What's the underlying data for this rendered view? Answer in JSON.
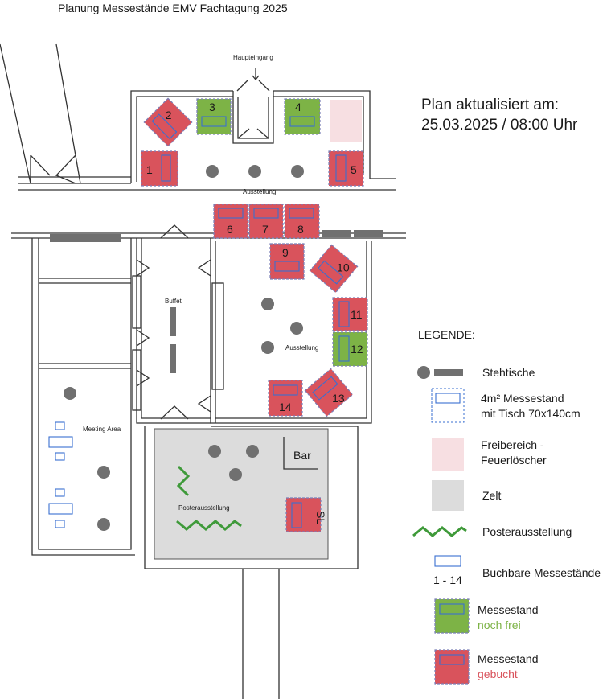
{
  "title": "Planung Messestände EMV Fachtagung 2025",
  "updated_label": "Plan aktualisiert am:",
  "updated_value": "25.03.2025 / 08:00 Uhr",
  "labels": {
    "entrance": "Haupteingang",
    "exhibition_top": "Ausstellung",
    "exhibition_mid": "Ausstellung",
    "buffet": "Buffet",
    "meeting": "Meeting Area",
    "bar": "Bar",
    "poster": "Posterausstellung"
  },
  "legend": {
    "heading": "LEGENDE:",
    "standing_tables": "Stehtische",
    "stand_size_line1": "4m² Messestand",
    "stand_size_line2": "mit Tisch 70x140cm",
    "free_area_line1": "Freibereich -",
    "free_area_line2": "Feuerlöscher",
    "tent": "Zelt",
    "poster": "Posterausstellung",
    "bookable_range": "1 - 14",
    "bookable": "Buchbare Messestände",
    "free_stand": "Messestand",
    "free_status": "noch frei",
    "booked_stand": "Messestand",
    "booked_status": "gebucht"
  },
  "colors": {
    "booked": "#d9535c",
    "free": "#7db346",
    "table_outline": "#3a6fd0",
    "free_area": "#f7dfe2",
    "tent": "#dcdcdc",
    "wall": "#333333",
    "standing_table": "#707070"
  },
  "stands": [
    {
      "label": "1",
      "status": "booked"
    },
    {
      "label": "2",
      "status": "booked"
    },
    {
      "label": "3",
      "status": "free"
    },
    {
      "label": "4",
      "status": "free"
    },
    {
      "label": "5",
      "status": "booked"
    },
    {
      "label": "6",
      "status": "booked"
    },
    {
      "label": "7",
      "status": "booked"
    },
    {
      "label": "8",
      "status": "booked"
    },
    {
      "label": "9",
      "status": "booked"
    },
    {
      "label": "10",
      "status": "booked"
    },
    {
      "label": "11",
      "status": "booked"
    },
    {
      "label": "12",
      "status": "free"
    },
    {
      "label": "13",
      "status": "booked"
    },
    {
      "label": "14",
      "status": "booked"
    },
    {
      "label": "SL",
      "status": "booked"
    }
  ]
}
